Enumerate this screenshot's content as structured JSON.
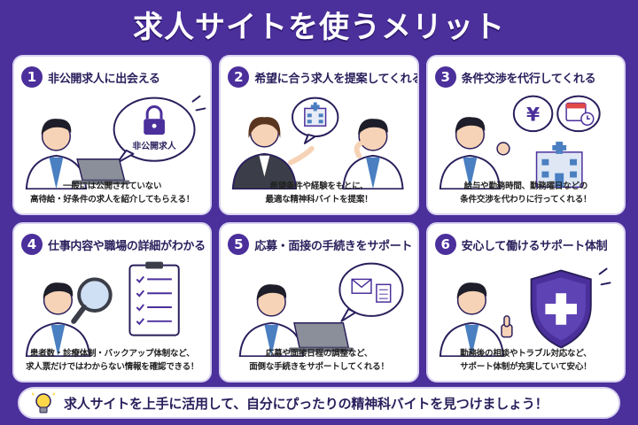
{
  "title": "求人サイトを使うメリット",
  "cards": [
    {
      "number": "1",
      "title": "非公開求人に出会える",
      "desc_line1": "一般には公開されていない",
      "desc_line2": "高待給・好条件の求人を紹介してもらえる！",
      "bubble_label": "非公開求人"
    },
    {
      "number": "2",
      "title": "希望に合う求人を提案してくれる",
      "desc_line1": "希望条件や経験をもとに、",
      "desc_line2": "最適な精神科バイトを提案！"
    },
    {
      "number": "3",
      "title": "条件交渉を代行してくれる",
      "desc_line1": "給与や勤務時間、勤務曜日などの",
      "desc_line2": "条件交渉を代わりに行ってくれる！",
      "bubble_symbol": "¥"
    },
    {
      "number": "4",
      "title": "仕事内容や職場の詳細がわかる",
      "desc_line1": "患者数・診療体制・バックアップ体制など、",
      "desc_line2": "求人票だけではわからない情報を確認できる！"
    },
    {
      "number": "5",
      "title": "応募・面接の手続きをサポート",
      "desc_line1": "応募や面接日程の調整など、",
      "desc_line2": "面倒な手続きをサポートしてくれる！"
    },
    {
      "number": "6",
      "title": "安心して働けるサポート体制",
      "desc_line1": "勤務後の相談やトラブル対応など、",
      "desc_line2": "サポート体制が充実していて安心！"
    }
  ],
  "banner": {
    "text": "求人サイトを上手に活用して、自分にぴったりの精神科バイトを見つけましょう！"
  },
  "colors": {
    "background": "#4b2f9b",
    "accent": "#4b2f9b",
    "text": "#2a1f5c",
    "coat": "#ffffff",
    "shirt": "#4a7fc1",
    "hair": "#1e1e2a",
    "skin": "#f6d3b6"
  }
}
